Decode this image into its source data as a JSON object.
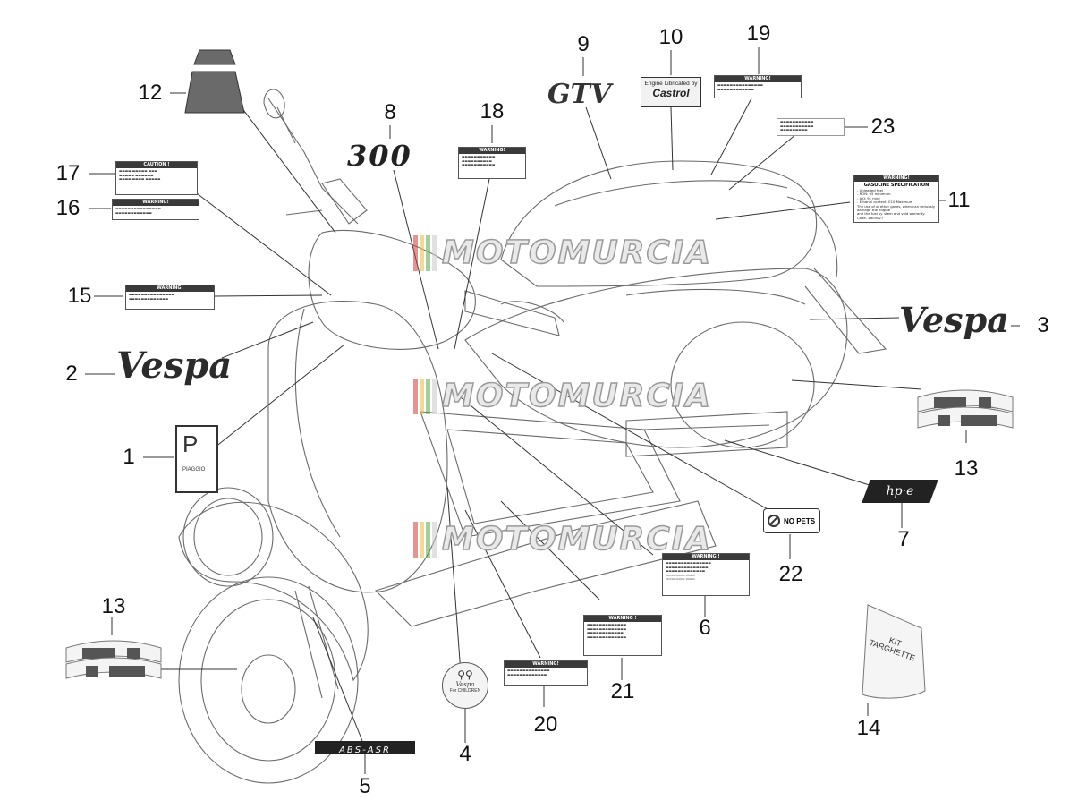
{
  "callouts": [
    {
      "id": "1",
      "text": "1"
    },
    {
      "id": "2",
      "text": "2"
    },
    {
      "id": "3",
      "text": "3"
    },
    {
      "id": "4",
      "text": "4"
    },
    {
      "id": "5",
      "text": "5"
    },
    {
      "id": "6",
      "text": "6"
    },
    {
      "id": "7",
      "text": "7"
    },
    {
      "id": "8",
      "text": "8"
    },
    {
      "id": "9",
      "text": "9"
    },
    {
      "id": "10",
      "text": "10"
    },
    {
      "id": "11",
      "text": "11"
    },
    {
      "id": "12",
      "text": "12"
    },
    {
      "id": "13a",
      "text": "13"
    },
    {
      "id": "13b",
      "text": "13"
    },
    {
      "id": "14",
      "text": "14"
    },
    {
      "id": "15",
      "text": "15"
    },
    {
      "id": "16",
      "text": "16"
    },
    {
      "id": "17",
      "text": "17"
    },
    {
      "id": "18",
      "text": "18"
    },
    {
      "id": "19",
      "text": "19"
    },
    {
      "id": "20",
      "text": "20"
    },
    {
      "id": "21",
      "text": "21"
    },
    {
      "id": "22",
      "text": "22"
    },
    {
      "id": "23",
      "text": "23"
    }
  ],
  "decals": {
    "vespa_logo": "Vespa",
    "gtv": "GTV",
    "model_300": "300",
    "castrol_top": "Engine lubricated by",
    "castrol_brand": "Castrol",
    "piaggio_letter": "P",
    "piaggio_text": "PIAGGIO",
    "abs_asr": "ABS-ASR",
    "hpe": "hp·e",
    "no_pets": "NO PETS",
    "kit_line1": "KIT",
    "kit_line2": "TARGHETTE",
    "for_children": "For CHILDREN"
  },
  "labels": {
    "caution": "CAUTION !",
    "warning_excl": "WARNING!",
    "warning_space": "WARNING !",
    "warning_21": "WARNING !",
    "gas_title": "GASOLINE SPECIFICATION",
    "gas_lines": [
      "- Unleaded fuel",
      "- RON: 95 minimum",
      "- AKI: 91 mini",
      "- Ethanol content: E10 Maximum",
      "The use of of ether gases, when can seriously damage the engine",
      "and the fuel sy. stem and void warranty."
    ],
    "gas_code": "Code. 1B00027"
  },
  "watermark": {
    "text": "MOTOMURCIA",
    "colors": [
      "#d23a3a",
      "#e9b93a",
      "#5aa84a",
      "#c9c9c9"
    ]
  },
  "colors": {
    "ink": "#111111",
    "line": "#555555",
    "decal_dark": "#2b2b2b",
    "sticker_grey": "#8a8a8a"
  }
}
